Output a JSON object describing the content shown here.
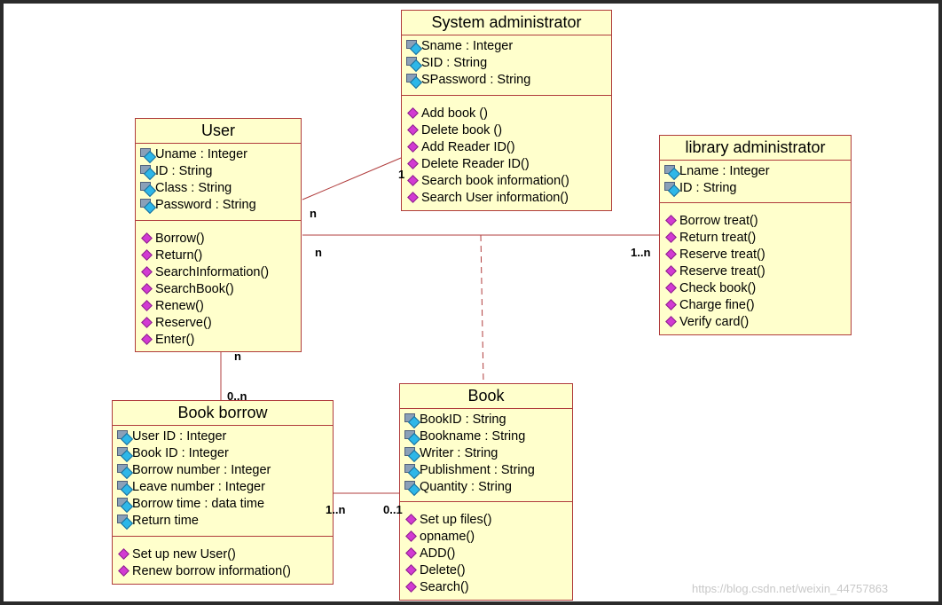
{
  "classes": {
    "sysadmin": {
      "title": "System administrator",
      "attributes": [
        "Sname : Integer",
        "SID : String",
        "SPassword : String"
      ],
      "operations": [
        "Add book ()",
        "Delete book ()",
        "Add Reader ID()",
        "Delete Reader ID()",
        "Search book information()",
        "Search User information()"
      ]
    },
    "user": {
      "title": "User",
      "attributes": [
        "Uname : Integer",
        "ID : String",
        "Class : String",
        "Password : String"
      ],
      "operations": [
        "Borrow()",
        "Return()",
        "SearchInformation()",
        "SearchBook()",
        "Renew()",
        "Reserve()",
        "Enter()"
      ]
    },
    "libadmin": {
      "title": "library administrator",
      "attributes": [
        "Lname : Integer",
        "ID : String"
      ],
      "operations": [
        "Borrow treat()",
        "Return treat()",
        "Reserve treat()",
        "Reserve treat()",
        "Check book()",
        "Charge fine()",
        "Verify card()"
      ]
    },
    "bookborrow": {
      "title": "Book borrow",
      "attributes": [
        "User ID : Integer",
        "Book ID : Integer",
        "Borrow number : Integer",
        "Leave number : Integer",
        "Borrow time : data time",
        "Return time"
      ],
      "operations": [
        "Set up new User()",
        "Renew borrow information()"
      ]
    },
    "book": {
      "title": "Book",
      "attributes": [
        "BookID : String",
        "Bookname : String",
        "Writer : String",
        "Publishment : String",
        "Quantity : String"
      ],
      "operations": [
        "Set up files()",
        "opname()",
        "ADD()",
        "Delete()",
        "Search()"
      ]
    }
  },
  "multiplicities": {
    "user_sysadmin_n": "n",
    "sysadmin_user_1": "1",
    "user_libadmin_n": "n",
    "libadmin_user": "1..n",
    "user_borrow_n": "n",
    "borrow_user": "0..n",
    "borrow_book": "1..n",
    "book_borrow": "0..1"
  },
  "watermark": "https://blog.csdn.net/weixin_44757863"
}
